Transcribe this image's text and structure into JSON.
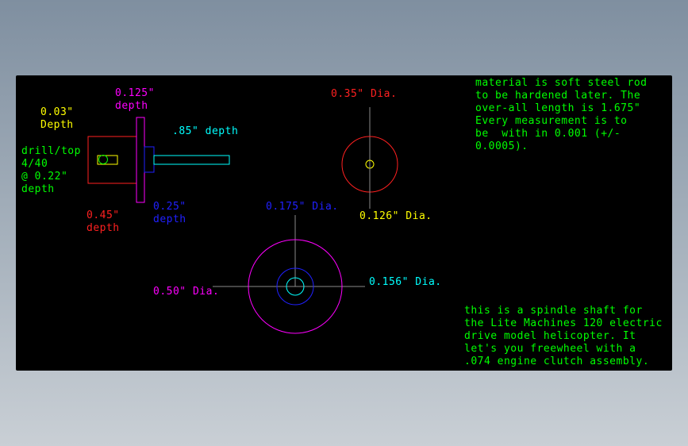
{
  "colors": {
    "red": "#ff2020",
    "magenta": "#ff00ff",
    "blue": "#2020ff",
    "cyan": "#00ffff",
    "yellow": "#ffff00",
    "green": "#00ff00",
    "gray": "#8a8a8a",
    "white": "#ffffff"
  },
  "labels": {
    "depth_003": "0.03\"\nDepth",
    "depth_0125": "0.125\"\ndepth",
    "depth_085": ".85\" depth",
    "drill_tap": "drill/top\n4/40\n@ 0.22\"\ndepth",
    "depth_045": "0.45\"\ndepth",
    "depth_025": "0.25\"\ndepth",
    "dia_035": "0.35\" Dia.",
    "dia_0126": "0.126\" Dia.",
    "dia_0175": "0.175\" Dia.",
    "dia_050": "0.50\" Dia.",
    "dia_0156": "0.156\" Dia."
  },
  "notes": {
    "material": "material is soft steel rod\nto be hardened later. The\nover-all length is 1.675\"\nEvery measurement is to\nbe  with in 0.001 (+/-\n0.0005).",
    "description": "this is a spindle shaft for\nthe Lite Machines 120 electric\ndrive model helicopter. It\nlet's you freewheel with a\n.074 engine clutch assembly."
  }
}
